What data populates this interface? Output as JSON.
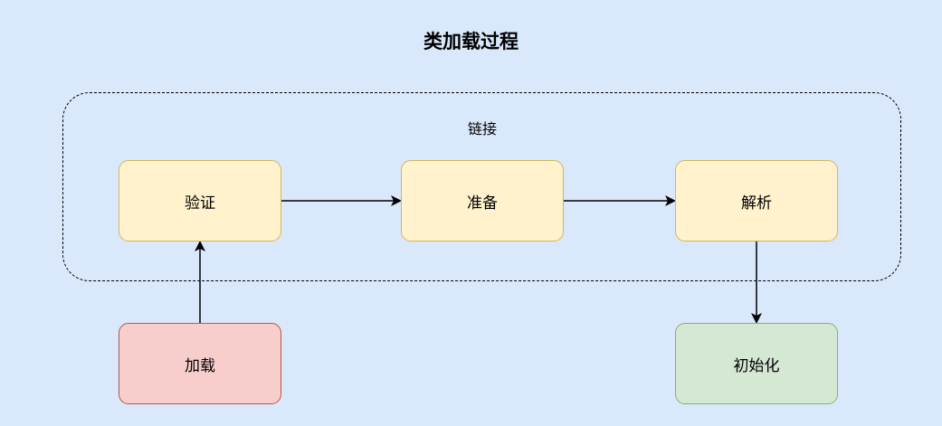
{
  "title": "类加载过程",
  "group": {
    "label": "链接"
  },
  "nodes": {
    "verify": "验证",
    "prepare": "准备",
    "resolve": "解析",
    "load": "加载",
    "init": "初始化"
  },
  "edges": [
    {
      "from": "加载",
      "to": "验证"
    },
    {
      "from": "验证",
      "to": "准备"
    },
    {
      "from": "准备",
      "to": "解析"
    },
    {
      "from": "解析",
      "to": "初始化"
    }
  ],
  "colors": {
    "background": "#dae8fc",
    "process_fill": "#fff2cc",
    "process_stroke": "#d6b656",
    "load_fill": "#f8cecc",
    "load_stroke": "#b85450",
    "init_fill": "#d5e8d4",
    "init_stroke": "#82b366"
  }
}
